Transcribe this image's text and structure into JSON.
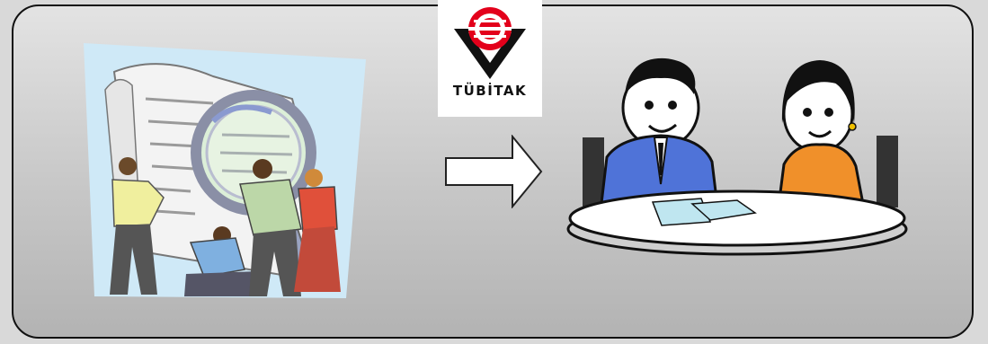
{
  "logo": {
    "wordmark": "TÜBİTAK"
  },
  "icons": {
    "left_clipart": "document-review-team-clipart",
    "right_clipart": "meeting-at-table-clipart",
    "arrow": "right-arrow-icon"
  },
  "colors": {
    "background": "#d9d9d9",
    "logo_red": "#e3001b",
    "frame_border": "#111111"
  }
}
